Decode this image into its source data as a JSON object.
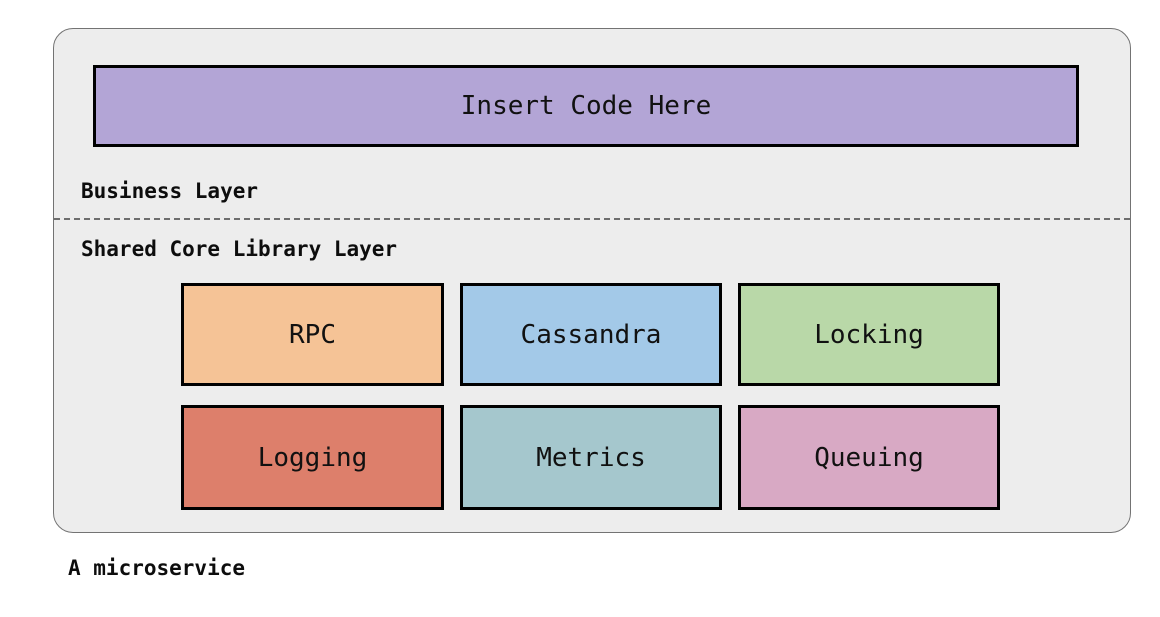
{
  "diagram": {
    "caption": "A microservice",
    "container": {
      "background": "#ededed",
      "border_color": "#737373"
    },
    "business_layer": {
      "label": "Business Layer",
      "code_box": {
        "label": "Insert Code Here",
        "color": "#b3a5d6"
      }
    },
    "shared_core_layer": {
      "label": "Shared Core Library Layer",
      "components": [
        {
          "label": "RPC",
          "color": "#f5c396"
        },
        {
          "label": "Cassandra",
          "color": "#a3c9e8"
        },
        {
          "label": "Locking",
          "color": "#b9d8a8"
        },
        {
          "label": "Logging",
          "color": "#dd7f6b"
        },
        {
          "label": "Metrics",
          "color": "#a5c7cd"
        },
        {
          "label": "Queuing",
          "color": "#d8a9c4"
        }
      ]
    }
  }
}
